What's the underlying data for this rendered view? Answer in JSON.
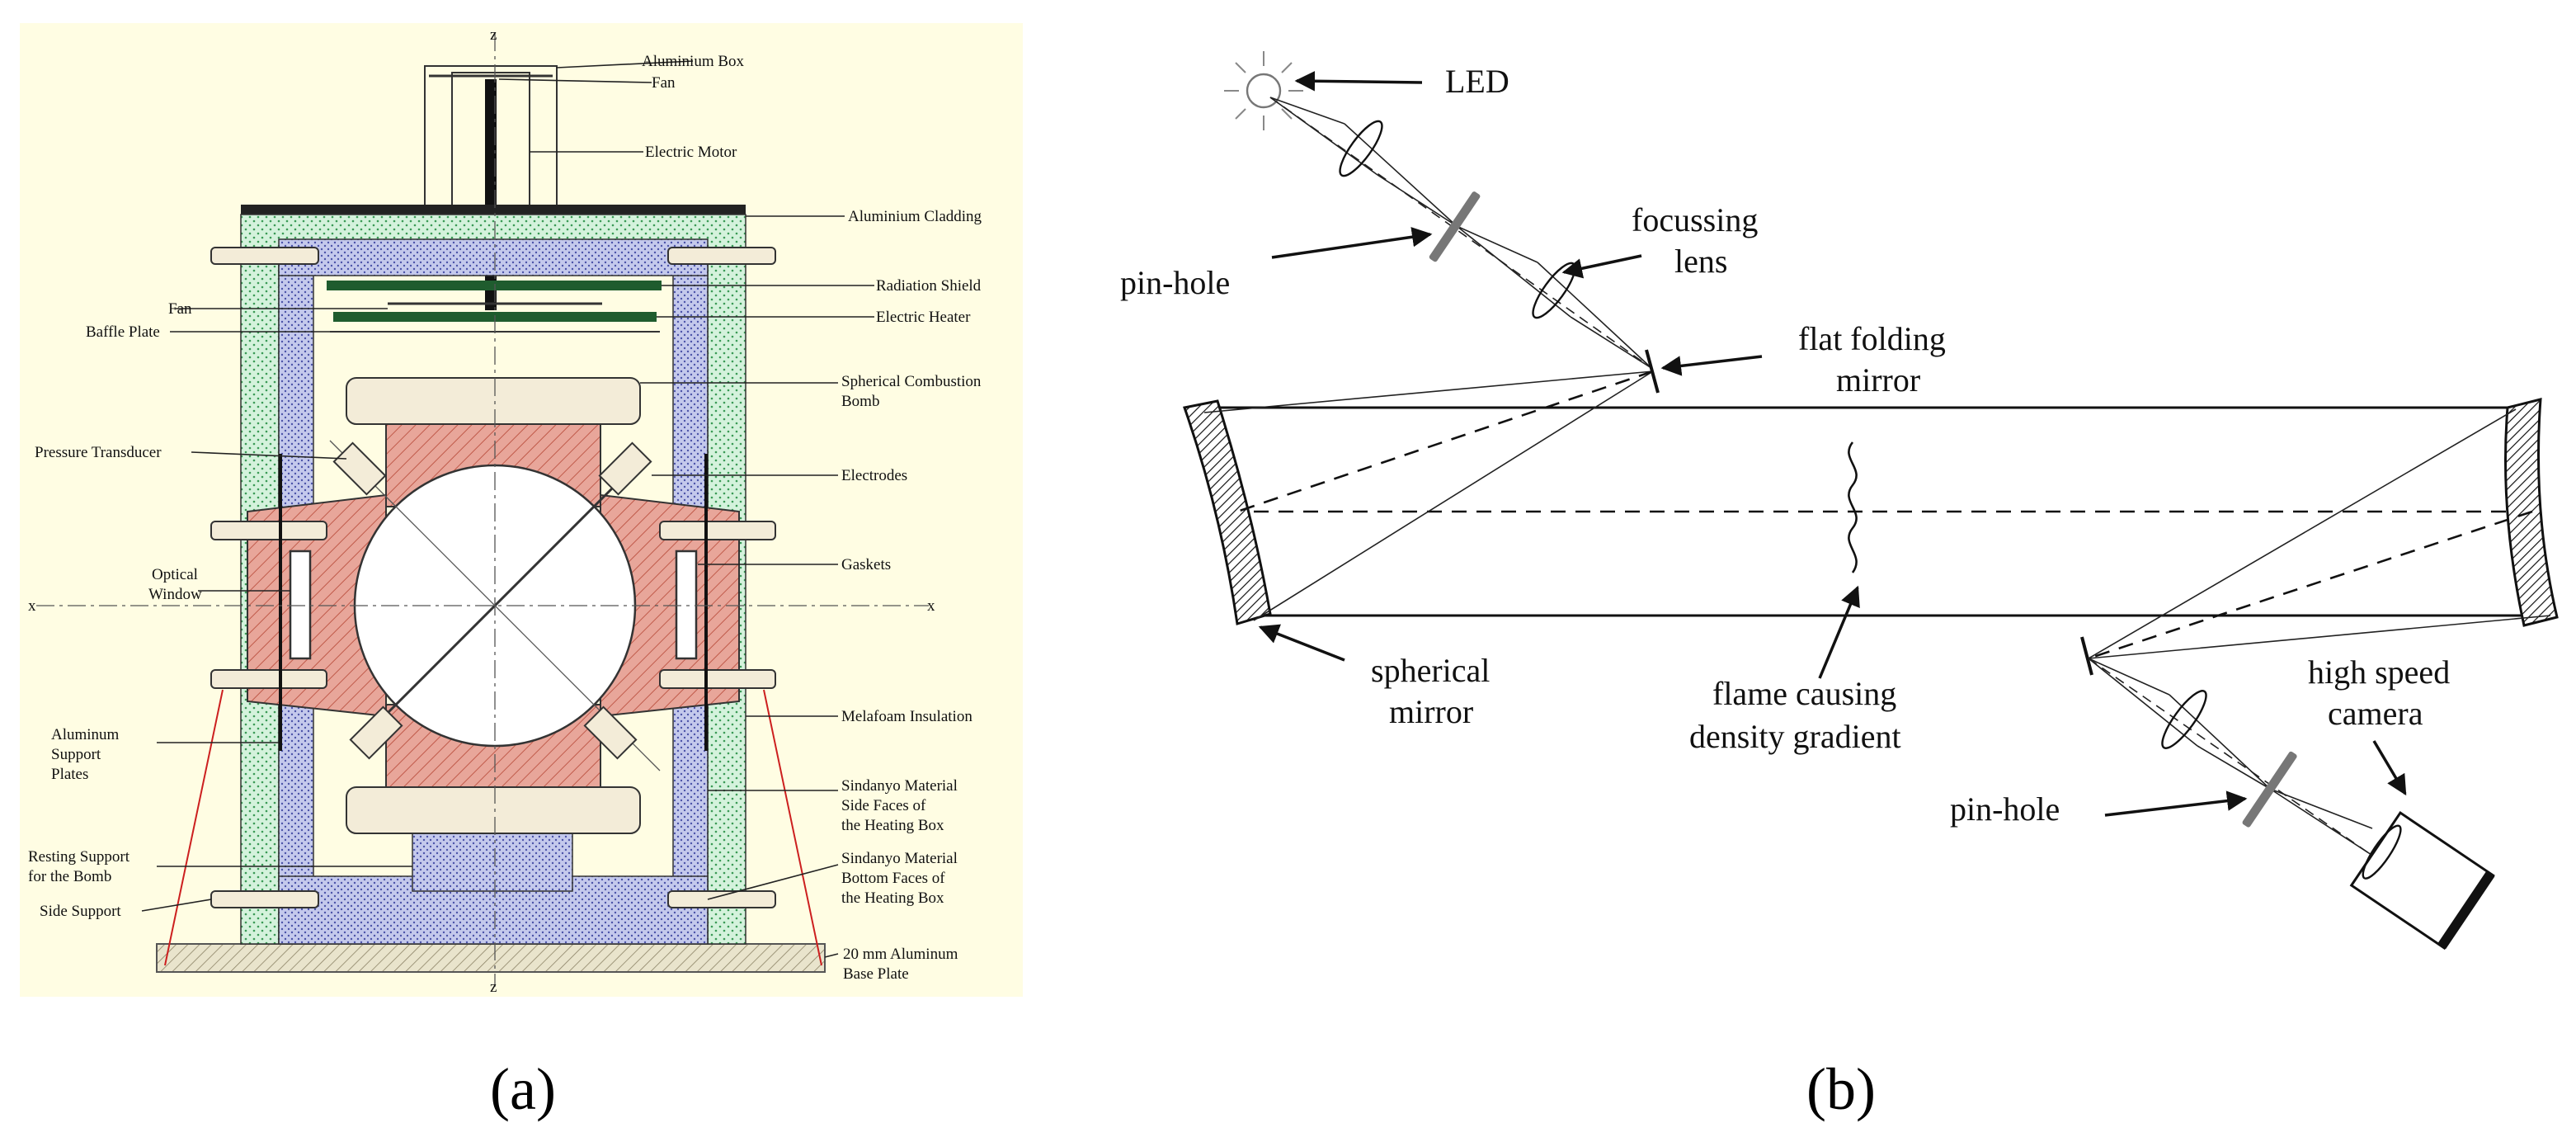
{
  "panel_a": {
    "caption": "(a)",
    "labels": {
      "aluminium_box": "Aluminium Box",
      "fan_top": "Fan",
      "electric_motor": "Electric Motor",
      "aluminium_cladding": "Aluminium Cladding",
      "radiation_shield": "Radiation Shield",
      "fan_left": "Fan",
      "electric_heater": "Electric Heater",
      "baffle_plate": "Baffle Plate",
      "spherical_combustion_bomb_1": "Spherical Combustion",
      "spherical_combustion_bomb_2": "Bomb",
      "pressure_transducer": "Pressure Transducer",
      "electrodes": "Electrodes",
      "optical_window_1": "Optical",
      "optical_window_2": "Window",
      "gaskets": "Gaskets",
      "aluminum_support_1": "Aluminum",
      "aluminum_support_2": "Support",
      "aluminum_support_3": "Plates",
      "melafoam": "Melafoam Insulation",
      "sindanyo_side_1": "Sindanyo Material",
      "sindanyo_side_2": "Side Faces of",
      "sindanyo_side_3": "the Heating Box",
      "resting_support_1": "Resting Support",
      "resting_support_2": "for the Bomb",
      "sindanyo_bottom_1": "Sindanyo Material",
      "sindanyo_bottom_2": "Bottom Faces of",
      "sindanyo_bottom_3": "the Heating Box",
      "side_support": "Side Support",
      "base_plate_1": "20 mm Aluminum",
      "base_plate_2": "Base Plate",
      "axis_z_top": "z",
      "axis_z_bottom": "z",
      "axis_x_left": "x",
      "axis_x_right": "x"
    },
    "colors": {
      "background": "#fffde3",
      "bomb": "#e8a69a",
      "insulation": "#d4f2dc",
      "sindanyo": "#c4c9ec",
      "heater": "#1f5c2e",
      "support_lines": "#cc1f1f"
    }
  },
  "panel_b": {
    "caption": "(b)",
    "labels": {
      "led": "LED",
      "pin_hole_top": "pin-hole",
      "focussing_1": "focussing",
      "focussing_2": "lens",
      "flat_folding_1": "flat folding",
      "flat_folding_2": "mirror",
      "spherical_1": "spherical",
      "spherical_2": "mirror",
      "flame_1": "flame causing",
      "flame_2": "density gradient",
      "camera_1": "high speed",
      "camera_2": "camera",
      "pin_hole_bottom": "pin-hole"
    }
  }
}
